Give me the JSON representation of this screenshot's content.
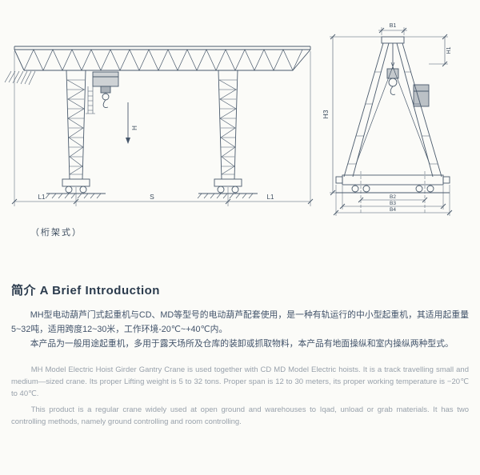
{
  "caption": "（桁架式）",
  "intro": {
    "title": "简介 A Brief Introduction",
    "cn_para1": "MH型电动葫芦门式起重机与CD、MD等型号的电动葫芦配套使用，是一种有轨运行的中小型起重机，其适用起重量5~32吨，适用跨度12~30米，工作环境-20℃~+40℃内。",
    "cn_para2": "本产品为一般用途起重机，多用于露天场所及仓库的装卸或抓取物料，本产品有地面操纵和室内操纵两种型式。",
    "en_para1": "MH Model Electric Hoist Girder Gantry Crane is used together with CD MD Model Electric hoists.  It is a track travelling small and medium—sized crane.  Its proper Lifting weight is 5 to 32 tons.  Proper span is 12 to 30 meters,  its proper working temperature is −20℃ to 40℃.",
    "en_para2": "This product is a regular crane widely used at open ground and warehouses to Iqad, unload or grab materials.  It has two controlling methods, namely ground controlling and room controlling."
  },
  "diagram": {
    "front_view": {
      "left_overhang_label": "L1",
      "span_label": "S",
      "right_overhang_label": "L1",
      "hook_height_label": "H"
    },
    "side_view": {
      "top_width_label": "B1",
      "upper_height_label": "H1",
      "height_label": "H3",
      "base_labels": [
        "B2",
        "B3",
        "B4"
      ]
    }
  }
}
